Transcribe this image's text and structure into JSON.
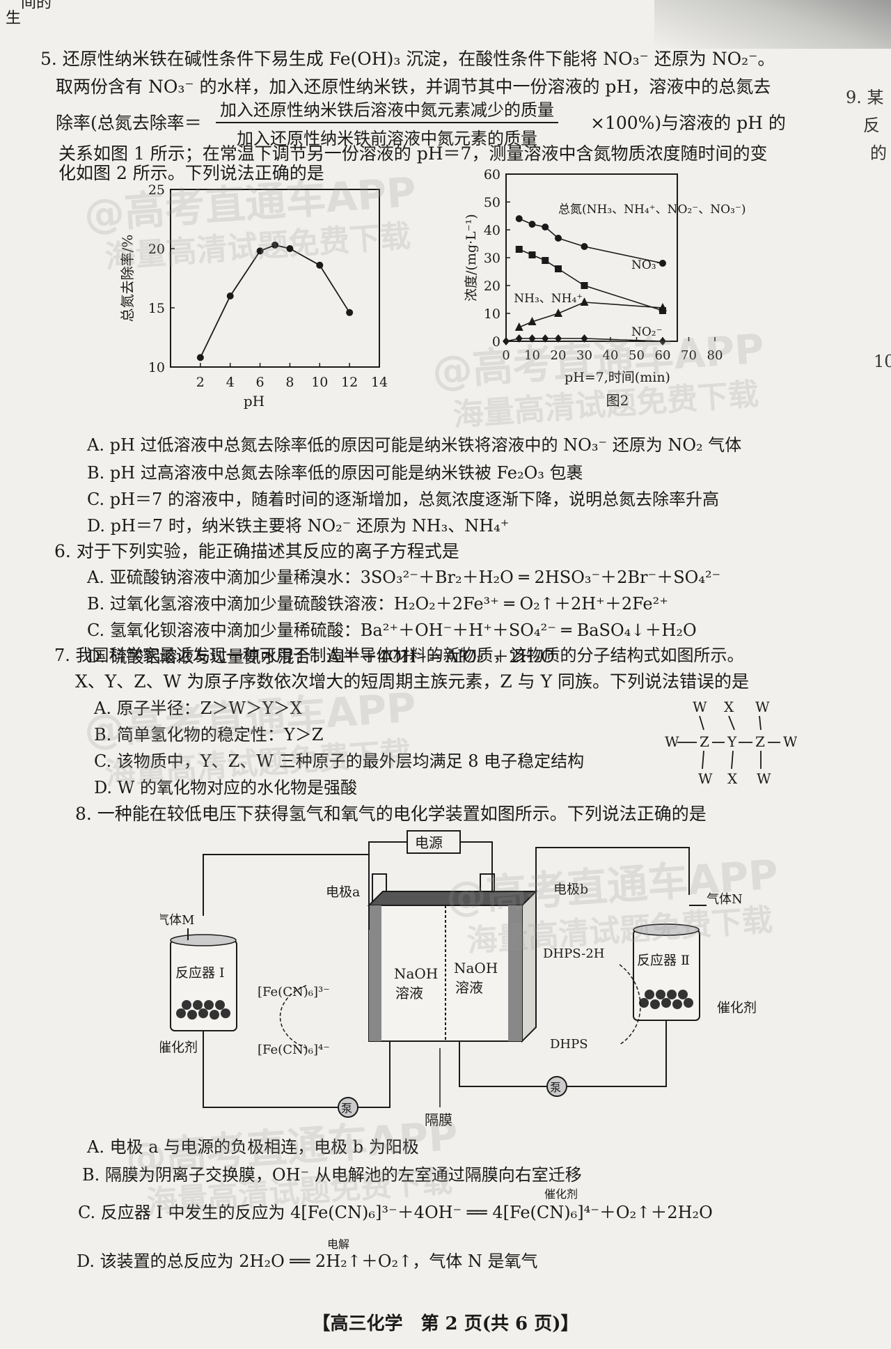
{
  "top_fragments": [
    "间的",
    "生"
  ],
  "right_margin": {
    "q9": "9. 某",
    "fan": "反",
    "de": "的",
    "ten": "10"
  },
  "q5": {
    "line1": "5. 还原性纳米铁在碱性条件下易生成 Fe(OH)₃ 沉淀，在酸性条件下能将 NO₃⁻ 还原为 NO₂⁻。",
    "line2": "取两份含有 NO₃⁻ 的水样，加入还原性纳米铁，并调节其中一份溶液的 pH，溶液中的总氮去",
    "line3_prefix": "除率(总氮去除率＝",
    "frac_num": "加入还原性纳米铁后溶液中氮元素减少的质量",
    "frac_den": "加入还原性纳米铁前溶液中氮元素的质量",
    "line3_suffix": "×100%)与溶液的 pH 的",
    "line4": "关系如图 1 所示；在常温下调节另一份溶液的 pH＝7，测量溶液中含氮物质浓度随时间的变",
    "line5": "化如图 2 所示。下列说法正确的是",
    "options": [
      "A. pH 过低溶液中总氮去除率低的原因可能是纳米铁将溶液中的 NO₃⁻ 还原为 NO₂ 气体",
      "B. pH 过高溶液中总氮去除率低的原因可能是纳米铁被 Fe₂O₃ 包裹",
      "C. pH＝7 的溶液中，随着时间的逐渐增加，总氮浓度逐渐下降，说明总氮去除率升高",
      "D. pH＝7 时，纳米铁主要将 NO₂⁻ 还原为 NH₃、NH₄⁺"
    ]
  },
  "chart_data": [
    {
      "type": "scatter",
      "title": "图1",
      "xlabel": "pH",
      "ylabel": "总氮去除率/%",
      "xlim": [
        0,
        14
      ],
      "ylim": [
        10,
        25
      ],
      "xticks": [
        "2",
        "4",
        "6",
        "8",
        "10",
        "12",
        "14"
      ],
      "yticks": [
        "10",
        "15",
        "20",
        "25"
      ],
      "series": [
        {
          "x": [
            2,
            4,
            6,
            7,
            8,
            10,
            12
          ],
          "y": [
            10.8,
            16.0,
            19.8,
            20.3,
            20.0,
            18.6,
            14.6
          ]
        }
      ]
    },
    {
      "type": "scatter",
      "title": "图2",
      "xlabel": "pH=7,时间(min)",
      "ylabel": "浓度/(mg·L⁻¹)",
      "xlim": [
        0,
        80
      ],
      "ylim": [
        0,
        60
      ],
      "xticks": [
        "0",
        "10",
        "20",
        "30",
        "40",
        "50",
        "60",
        "70",
        "80"
      ],
      "yticks": [
        "0",
        "10",
        "20",
        "30",
        "40",
        "50",
        "60"
      ],
      "series": [
        {
          "name": "总氮(NH₃、NH₄⁺、NO₂⁻、NO₃⁻)",
          "marker": "circle",
          "x": [
            5,
            10,
            15,
            20,
            30,
            60
          ],
          "y": [
            44,
            42,
            41,
            37,
            34,
            28
          ]
        },
        {
          "name": "NO₃⁻",
          "marker": "square",
          "x": [
            5,
            10,
            15,
            20,
            30,
            60
          ],
          "y": [
            33,
            31,
            29,
            26,
            20,
            11
          ]
        },
        {
          "name": "NH₃、NH₄⁺",
          "marker": "triangle",
          "x": [
            5,
            10,
            20,
            30,
            60
          ],
          "y": [
            5,
            7,
            10,
            14,
            12
          ]
        },
        {
          "name": "NO₂⁻",
          "marker": "diamond",
          "x": [
            0,
            5,
            10,
            15,
            20,
            30,
            60
          ],
          "y": [
            0,
            1,
            1,
            1,
            1,
            1,
            0
          ]
        }
      ]
    }
  ],
  "q6": {
    "stem": "6. 对于下列实验，能正确描述其反应的离子方程式是",
    "options": [
      "A. 亚硫酸钠溶液中滴加少量稀溴水：3SO₃²⁻＋Br₂＋H₂O ═ 2HSO₃⁻＋2Br⁻＋SO₄²⁻",
      "B. 过氧化氢溶液中滴加少量硫酸铁溶液：H₂O₂＋2Fe³⁺ ═ O₂↑＋2H⁺＋2Fe²⁺",
      "C. 氢氧化钡溶液中滴加少量稀硫酸：Ba²⁺＋OH⁻＋H⁺＋SO₄²⁻ ═ BaSO₄↓＋H₂O",
      "D. 硫酸铝溶液与过量氨水混合：Al³⁺＋4OH⁻ ═ AlO₂⁻＋2H₂O"
    ]
  },
  "q7": {
    "line1": "7. 我国科学家最近发现一种可用于制造半导体材料的新物质，该物质的分子结构式如图所示。",
    "line2": "X、Y、Z、W 为原子序数依次增大的短周期主族元素，Z 与 Y 同族。下列说法错误的是",
    "options": [
      "A. 原子半径：Z＞W＞Y＞X",
      "B. 简单氢化物的稳定性：Y＞Z",
      "C. 该物质中，Y、Z、W 三种原子的最外层均满足 8 电子稳定结构",
      "D. W 的氧化物对应的水化物是强酸"
    ],
    "structure": {
      "w": "W",
      "x": "X",
      "y": "Y",
      "z": "Z"
    }
  },
  "q8": {
    "stem": "8. 一种能在较低电压下获得氢气和氧气的电化学装置如图所示。下列说法正确的是",
    "labels": {
      "power": "电源",
      "electrode_a": "电极a",
      "electrode_b": "电极b",
      "gas_m": "气体M",
      "gas_n": "气体N",
      "reactor1": "反应器 Ⅰ",
      "reactor2": "反应器 Ⅱ",
      "catalyst_left": "催化剂",
      "catalyst_right": "催化剂",
      "fe3": "[Fe(CN)₆]³⁻",
      "fe4": "[Fe(CN)₆]⁴⁻",
      "naoh1a": "NaOH",
      "naoh1b": "溶液",
      "naoh2a": "NaOH",
      "naoh2b": "溶液",
      "dhps2h": "DHPS-2H",
      "dhps": "DHPS",
      "pump_left": "泵",
      "pump_right": "泵",
      "membrane": "隔膜"
    },
    "options": [
      "A. 电极 a 与电源的负极相连，电极 b 为阳极",
      "B. 隔膜为阴离子交换膜，OH⁻ 从电解池的左室通过隔膜向右室迁移",
      "C. 反应器 Ⅰ 中发生的反应为 4[Fe(CN)₆]³⁻＋4OH⁻ ══ 4[Fe(CN)₆]⁴⁻＋O₂↑＋2H₂O",
      "D. 该装置的总反应为 2H₂O ══ 2H₂↑＋O₂↑，气体 N 是氧气"
    ],
    "cond_c": "催化剂",
    "cond_d": "电解"
  },
  "watermark": {
    "text1": "@高考直通车APP",
    "text2": "海量高清试题免费下载"
  },
  "footer": "【高三化学　第 2 页(共 6 页)】"
}
